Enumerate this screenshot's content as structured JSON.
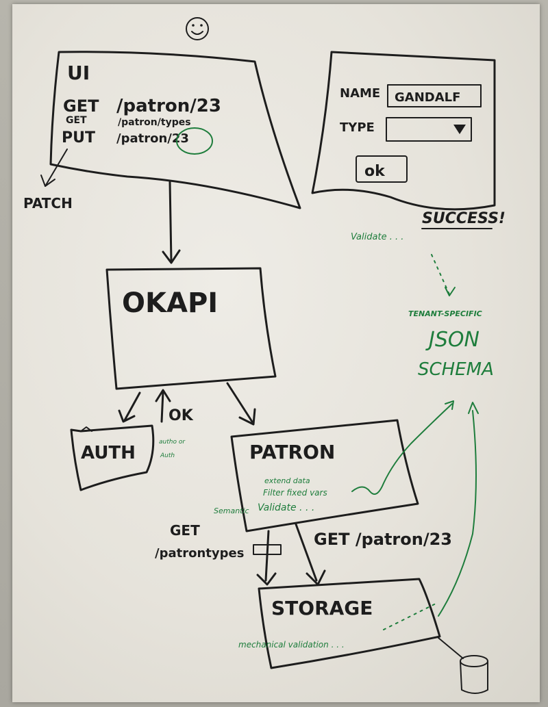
{
  "diagram": {
    "ui_box": {
      "title": "UI",
      "requests": [
        {
          "method": "GET",
          "path": "/patron/23"
        },
        {
          "method": "GET",
          "path": "/patron/types"
        },
        {
          "method": "PUT",
          "path": "/patron/23"
        }
      ],
      "side_label": "PATCH"
    },
    "form_box": {
      "name_label": "NAME",
      "name_value": "GANDALF",
      "type_label": "TYPE",
      "ok_button": "ok",
      "result": "SUCCESS!"
    },
    "okapi_box": {
      "title": "OKAPI"
    },
    "auth_box": {
      "title": "AUTH",
      "ok_label": "OK",
      "note_line1": "autho or",
      "note_line2": "Auth"
    },
    "patron_box": {
      "title": "PATRON",
      "note_line1": "extend data",
      "note_line2": "Filter fixed vars",
      "note_line3": "Validate . . .",
      "semantic_label": "Semantic"
    },
    "storage_box": {
      "title": "STORAGE",
      "note": "mechanical validation . . ."
    },
    "labels": {
      "get_patron": "GET /patron/23",
      "get_types_line1": "GET",
      "get_types_line2": "/patrontypes",
      "validate": "Validate . . .",
      "tenant_specific": "TENANT-SPECIFIC",
      "json": "JSON",
      "schema": "SCHEMA"
    }
  }
}
